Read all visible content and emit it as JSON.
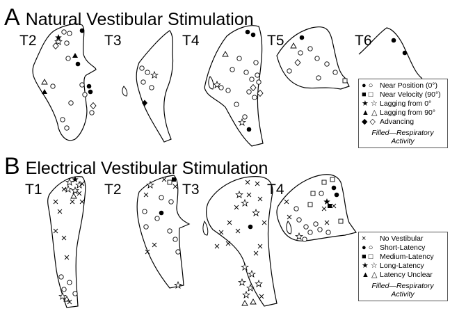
{
  "panel_a": {
    "letter": "A",
    "title": "Natural Vestibular Stimulation",
    "sections": [
      "T2",
      "T3",
      "T4",
      "T5",
      "T6"
    ],
    "legend": {
      "items": [
        {
          "symbol": "● ○",
          "label": "Near Position (0°)"
        },
        {
          "symbol": "■ □",
          "label": "Near Velocity (90°)"
        },
        {
          "symbol": "★ ☆",
          "label": "Lagging from 0°"
        },
        {
          "symbol": "▲ △",
          "label": "Lagging from 90°"
        },
        {
          "symbol": "◆ ◇",
          "label": "Advancing"
        }
      ],
      "note_line1": "Filled—Respiratory",
      "note_line2": "Activity"
    }
  },
  "panel_b": {
    "letter": "B",
    "title": "Electrical Vestibular Stimulation",
    "sections": [
      "T1",
      "T2",
      "T3",
      "T4"
    ],
    "legend": {
      "items": [
        {
          "symbol": "×",
          "label": "No Vestibular"
        },
        {
          "symbol": "● ○",
          "label": "Short-Latency"
        },
        {
          "symbol": "■ □",
          "label": "Medium-Latency"
        },
        {
          "symbol": "★ ☆",
          "label": "Long-Latency"
        },
        {
          "symbol": "▲ △",
          "label": "Latency Unclear"
        }
      ],
      "note_line1": "Filled—Respiratory",
      "note_line2": "Activity"
    }
  }
}
